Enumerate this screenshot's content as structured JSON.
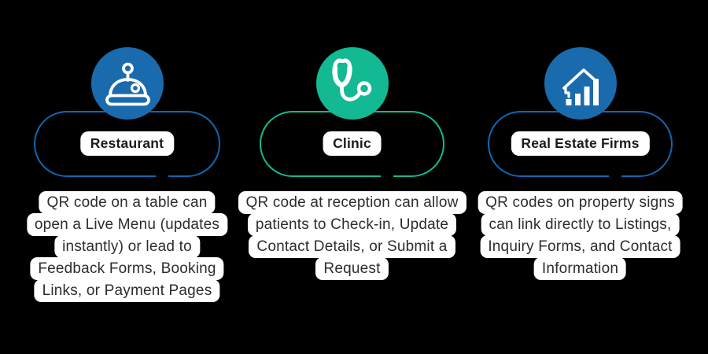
{
  "colors": {
    "background": "#000000",
    "blue_outline": "#0F67B2",
    "blue_circle": "#1A6BAD",
    "teal": "#12B992",
    "chip_background": "#FFFFFF",
    "body_text": "#2D2D2D"
  },
  "cards": [
    {
      "title": "Restaurant",
      "icon": "cloche-icon",
      "accent": "#0F67B2",
      "description_lines": [
        "QR code on a table can",
        "open a Live Menu (updates",
        "instantly) or lead to",
        "Feedback Forms, Booking",
        "Links, or Payment Pages"
      ]
    },
    {
      "title": "Clinic",
      "icon": "stethoscope-icon",
      "accent": "#12B992",
      "description_lines": [
        "QR code at reception can allow",
        "patients to Check-in, Update",
        "Contact Details, or Submit a",
        "Request"
      ]
    },
    {
      "title": "Real Estate Firms",
      "icon": "house-bar-chart-icon",
      "accent": "#0F67B2",
      "description_lines": [
        "QR codes on property signs",
        "can link directly to Listings,",
        "Inquiry Forms, and Contact",
        "Information"
      ]
    }
  ]
}
